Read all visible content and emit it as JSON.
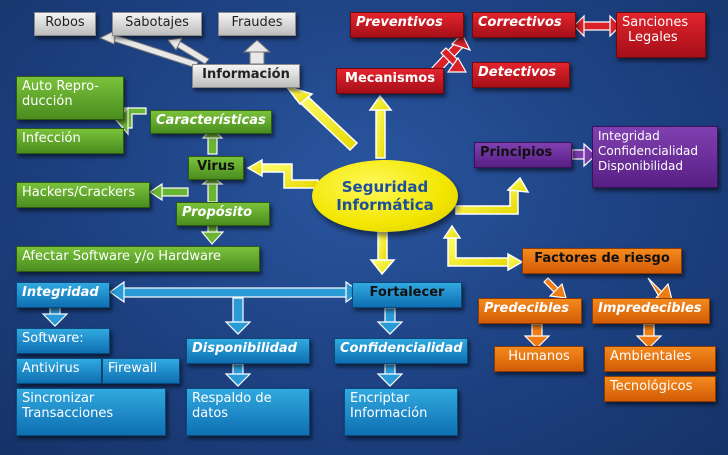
{
  "core": {
    "line1": "Seguridad",
    "line2": "Informática"
  },
  "top_left": {
    "robos": "Robos",
    "sabotajes": "Sabotajes",
    "fraudes": "Fraudes",
    "informacion": "Información"
  },
  "mecanismos": {
    "title": "Mecanismos",
    "preventivos": "Preventivos",
    "correctivos": "Correctivos",
    "detectivos": "Detectivos",
    "sanciones_l1": "Sanciones",
    "sanciones_l2": "Legales"
  },
  "virus": {
    "title": "Virus",
    "caracteristicas": "Características",
    "auto_l1": "Auto Repro-",
    "auto_l2": "ducción",
    "infeccion": "Infección",
    "hackers": "Hackers/Crackers",
    "proposito": "Propósito",
    "afectar": "Afectar Software y/o Hardware"
  },
  "principios": {
    "title": "Principios",
    "integridad": "Integridad",
    "confidencialidad": "Confidencialidad",
    "disponibilidad": "Disponibilidad"
  },
  "riesgo": {
    "title": "Factores de riesgo",
    "predecibles": "Predecibles",
    "impredecibles": "Impredecibles",
    "humanos": "Humanos",
    "ambientales": "Ambientales",
    "tecnologicos": "Tecnológicos"
  },
  "fortalecer": {
    "title": "Fortalecer",
    "integridad": "Integridad",
    "software": "Software:",
    "antivirus": "Antivirus",
    "firewall": "Firewall",
    "sinc_l1": "Sincronizar",
    "sinc_l2": "Transacciones",
    "disponibilidad": "Disponibilidad",
    "resp_l1": "Respaldo de",
    "resp_l2": "datos",
    "confidencialidad": "Confidencialidad",
    "encr_l1": "Encriptar",
    "encr_l2": "Información"
  }
}
